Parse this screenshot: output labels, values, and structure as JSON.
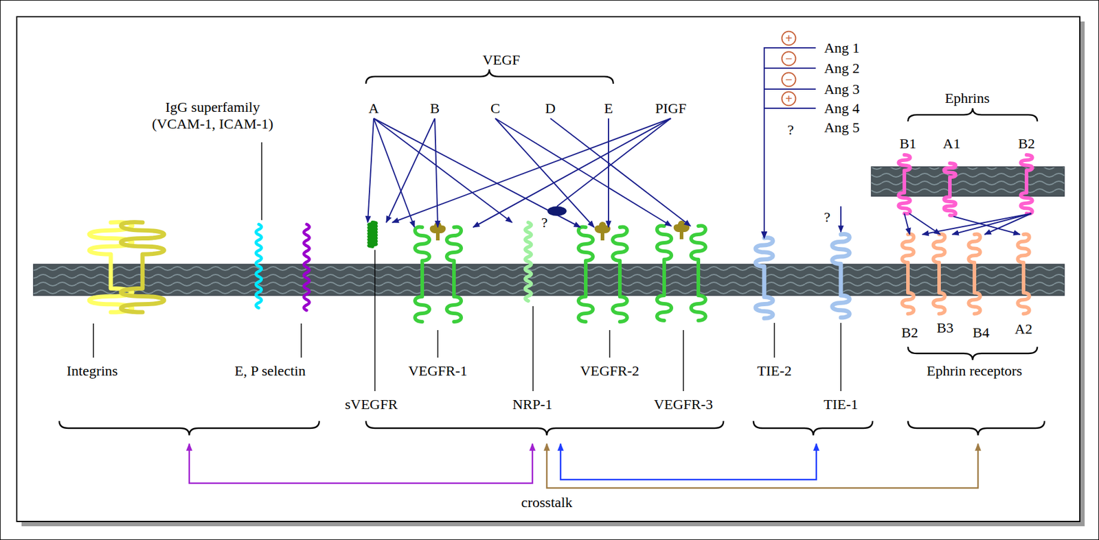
{
  "diagram": {
    "nodes": [
      {
        "text": [
          "A"
        ]
      },
      {
        "text": [
          "B"
        ]
      },
      {
        "text": [
          "C"
        ]
      },
      {
        "text": [
          "D"
        ]
      },
      {
        "text": [
          "E"
        ]
      },
      {
        "text": [
          "PIGF"
        ]
      },
      {
        "text": [
          "+"
        ]
      },
      {
        "text": [
          "Ang 1"
        ]
      },
      {
        "text": [
          "−"
        ]
      },
      {
        "text": [
          "Ang 2"
        ]
      },
      {
        "text": [
          "−"
        ]
      },
      {
        "text": [
          "Ang 3"
        ]
      },
      {
        "text": [
          "+"
        ]
      },
      {
        "text": [
          "Ang 4"
        ]
      },
      {
        "text": [
          "Ang 5"
        ]
      },
      {
        "text": [
          "B1"
        ]
      },
      {
        "text": [
          "A1"
        ]
      },
      {
        "text": [
          "B2"
        ]
      },
      {
        "text": [
          "?"
        ]
      },
      {
        "text": [
          "Integrins"
        ]
      },
      {
        "text": [
          "IgG superfamily (VCAM-1, ICAM-1)"
        ]
      },
      {
        "text": [
          "E, P selectin"
        ]
      },
      {
        "text": [
          "sVEGFR"
        ]
      },
      {
        "text": [
          "VEGFR-1"
        ]
      },
      {
        "text": [
          "NRP-1"
        ]
      },
      {
        "text": [
          "VEGFR-2"
        ]
      },
      {
        "text": [
          "VEGFR-3"
        ]
      },
      {
        "text": [
          "TIE-2"
        ]
      },
      {
        "text": [
          "TIE-1"
        ]
      },
      {
        "text": [
          "B2"
        ]
      },
      {
        "text": [
          "B3"
        ]
      },
      {
        "text": [
          "B4"
        ]
      },
      {
        "text": [
          "A2"
        ]
      }
    ],
    "edges": [
      {
        "from": 0,
        "to": 22,
        "arrow": "to"
      },
      {
        "from": 0,
        "to": 23,
        "arrow": "to"
      },
      {
        "from": 0,
        "to": 24,
        "arrow": "to"
      },
      {
        "from": 0,
        "to": 25,
        "arrow": "to"
      },
      {
        "from": 1,
        "to": 22,
        "arrow": "to"
      },
      {
        "from": 1,
        "to": 23,
        "arrow": "to"
      },
      {
        "from": 2,
        "to": 25,
        "arrow": "to"
      },
      {
        "from": 2,
        "to": 26,
        "arrow": "to"
      },
      {
        "from": 3,
        "to": 26,
        "arrow": "to"
      },
      {
        "from": 4,
        "to": 25,
        "arrow": "to"
      },
      {
        "from": 5,
        "to": 22,
        "arrow": "to"
      },
      {
        "from": 5,
        "to": 23,
        "arrow": "to"
      },
      {
        "from": 5,
        "to": 18,
        "arrow": "none"
      },
      {
        "from": 7,
        "to": 27,
        "arrow": "to"
      },
      {
        "from": 9,
        "to": 27,
        "arrow": "to"
      },
      {
        "from": 11,
        "to": 27,
        "arrow": "to"
      },
      {
        "from": 13,
        "to": 27,
        "arrow": "to"
      },
      {
        "from": 15,
        "to": 29,
        "arrow": "to"
      },
      {
        "from": 15,
        "to": 30,
        "arrow": "to"
      },
      {
        "from": 16,
        "to": 32,
        "arrow": "to"
      },
      {
        "from": 17,
        "to": 29,
        "arrow": "to"
      },
      {
        "from": 17,
        "to": 30,
        "arrow": "to"
      },
      {
        "from": 17,
        "to": 31,
        "arrow": "to"
      }
    ],
    "labels": [
      "VEGF",
      "?",
      "?",
      "Ephrins",
      "Ephrin receptors",
      "crosstalk"
    ]
  }
}
